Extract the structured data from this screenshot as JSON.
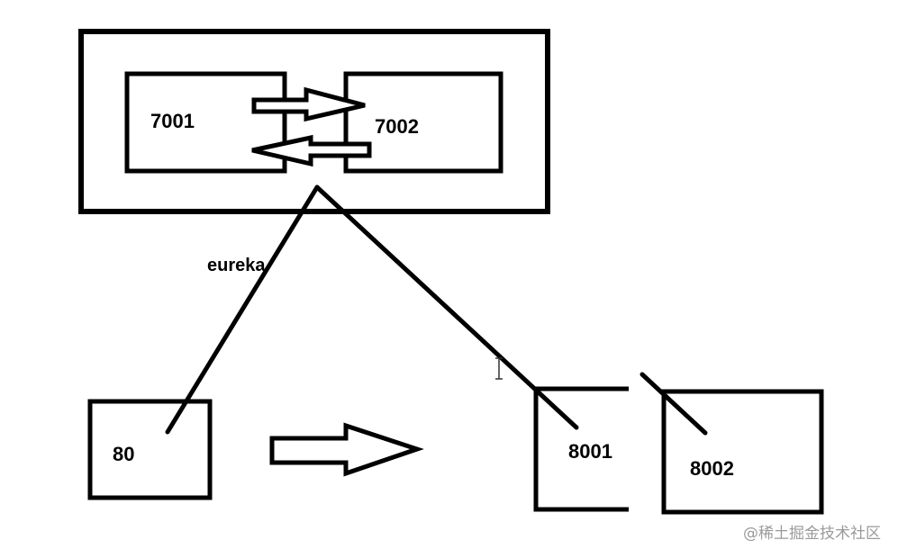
{
  "diagram": {
    "nodes": {
      "n7001": "7001",
      "n7002": "7002",
      "n80": "80",
      "n8001": "8001",
      "n8002": "8002"
    },
    "edge_label": "eureka",
    "watermark": "@稀土掘金技术社区"
  }
}
